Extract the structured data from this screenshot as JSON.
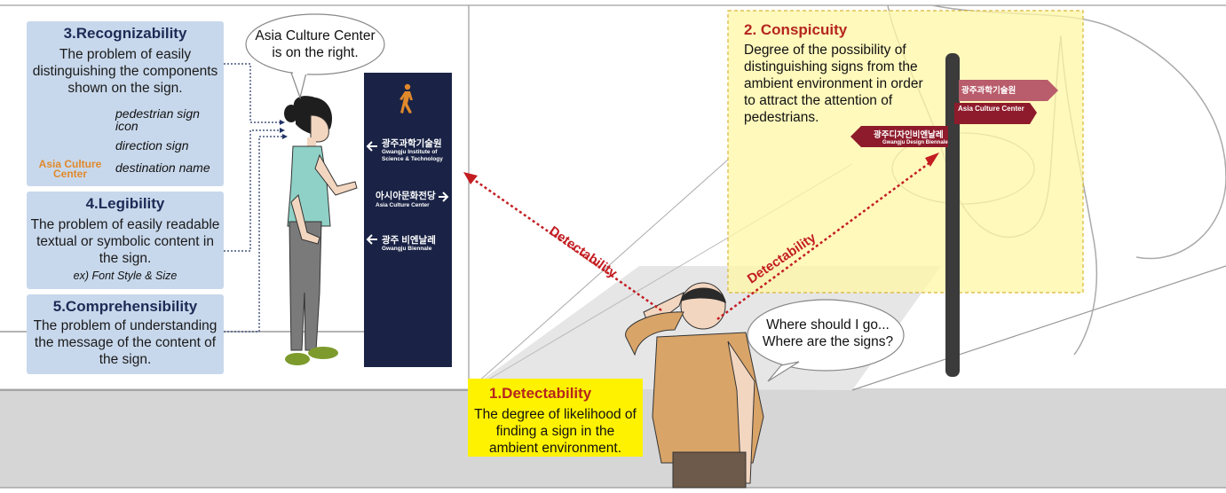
{
  "recognizability": {
    "title": "3.Recognizability",
    "body": "The problem of easily distinguishing the components shown on the sign.",
    "legend": [
      {
        "icon": "pedestrian-icon",
        "label": "pedestrian sign icon"
      },
      {
        "icon": "arrow-left-icon",
        "label": "direction sign"
      },
      {
        "icon_text": "Asia Culture Center",
        "label": "destination name"
      }
    ]
  },
  "legibility": {
    "title": "4.Legibility",
    "body": "The problem of easily readable textual or symbolic content in the sign.",
    "example": "ex) Font Style & Size"
  },
  "comprehensibility": {
    "title": "5.Comprehensibility",
    "body": "The problem of understanding the message of the content of the sign."
  },
  "woman_bubble": "Asia Culture Center is on the right.",
  "man_bubble": "Where should I go... Where are the signs?",
  "detectability": {
    "title": "1.Detectability",
    "body": "The degree of likelihood of finding a sign in the ambient environment.",
    "label": "Detectability"
  },
  "conspicuity": {
    "title": "2. Conspicuity",
    "body": "Degree of the possibility of distinguishing signs from the ambient environment in order to attract the attention of pedestrians."
  },
  "blue_sign": {
    "items": [
      {
        "ko": "광주과학기술원",
        "en": "Gwangju Institute of Science & Technology",
        "arrow": "left"
      },
      {
        "ko": "아시아문화전당",
        "en": "Asia Culture Center",
        "arrow": "right"
      },
      {
        "ko": "광주 비엔날레",
        "en": "Gwangju Biennale",
        "arrow": "left"
      }
    ]
  },
  "red_signs": {
    "top": {
      "ko": "광주과학기술원"
    },
    "middle": {
      "en": "Asia Culture Center"
    },
    "bottom": {
      "ko": "광주디자인비엔날레",
      "en": "Gwangju Design Biennale"
    }
  },
  "colors": {
    "blue_box": "#c8d8ec",
    "navy_sign": "#1a2346",
    "red_sign": "#8e1b2b",
    "yellow_highlight": "#fff7a6",
    "detect_red": "#c31d22",
    "orange_icon": "#e0892b"
  }
}
